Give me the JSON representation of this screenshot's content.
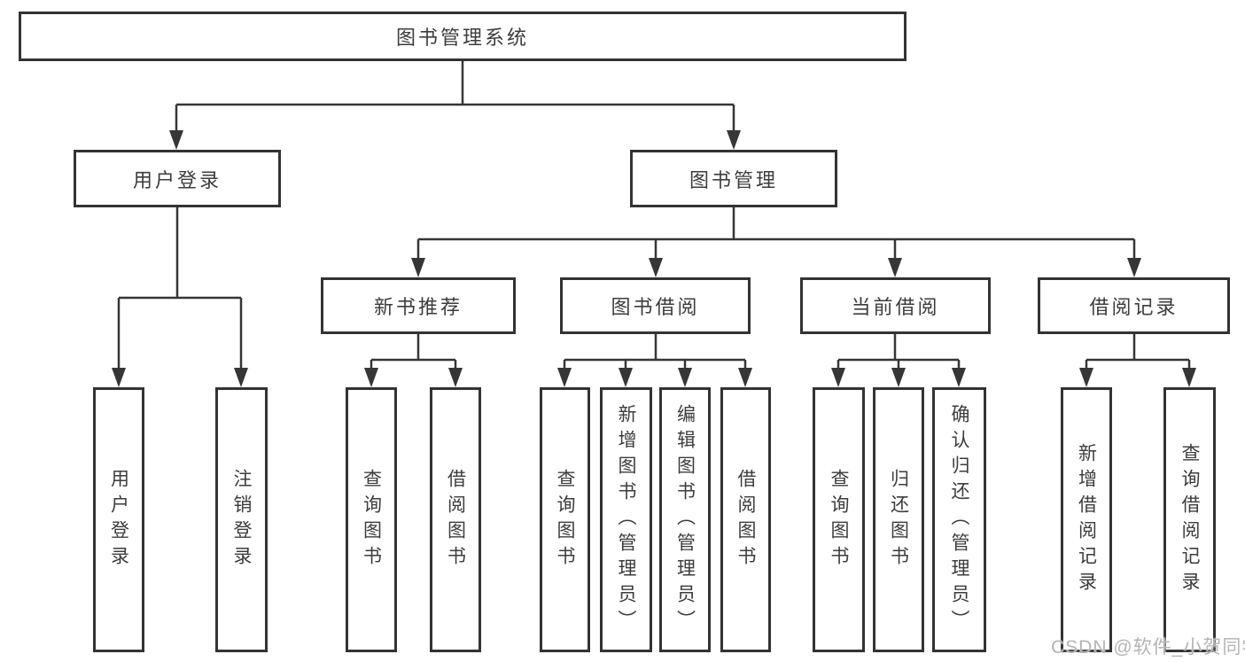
{
  "tree": {
    "label": "图书管理系统",
    "children": [
      {
        "label": "用户登录",
        "children": [
          {
            "label": "用户登录"
          },
          {
            "label": "注销登录"
          }
        ]
      },
      {
        "label": "图书管理",
        "children": [
          {
            "label": "新书推荐",
            "children": [
              {
                "label": "查询图书"
              },
              {
                "label": "借阅图书"
              }
            ]
          },
          {
            "label": "图书借阅",
            "children": [
              {
                "label": "查询图书"
              },
              {
                "label": "新增图书（管理员）"
              },
              {
                "label": "编辑图书（管理员）"
              },
              {
                "label": "借阅图书"
              }
            ]
          },
          {
            "label": "当前借阅",
            "children": [
              {
                "label": "查询图书"
              },
              {
                "label": "归还图书"
              },
              {
                "label": "确认归还（管理员）"
              }
            ]
          },
          {
            "label": "借阅记录",
            "children": [
              {
                "label": "新增借阅记录"
              },
              {
                "label": "查询借阅记录"
              }
            ]
          }
        ]
      }
    ]
  },
  "colors": {
    "line": "#363636",
    "border": "#333333",
    "text": "#3c3c3c",
    "watermark_text": "#b4b4b4"
  },
  "watermark": "CSDN @软件_小贺同学"
}
